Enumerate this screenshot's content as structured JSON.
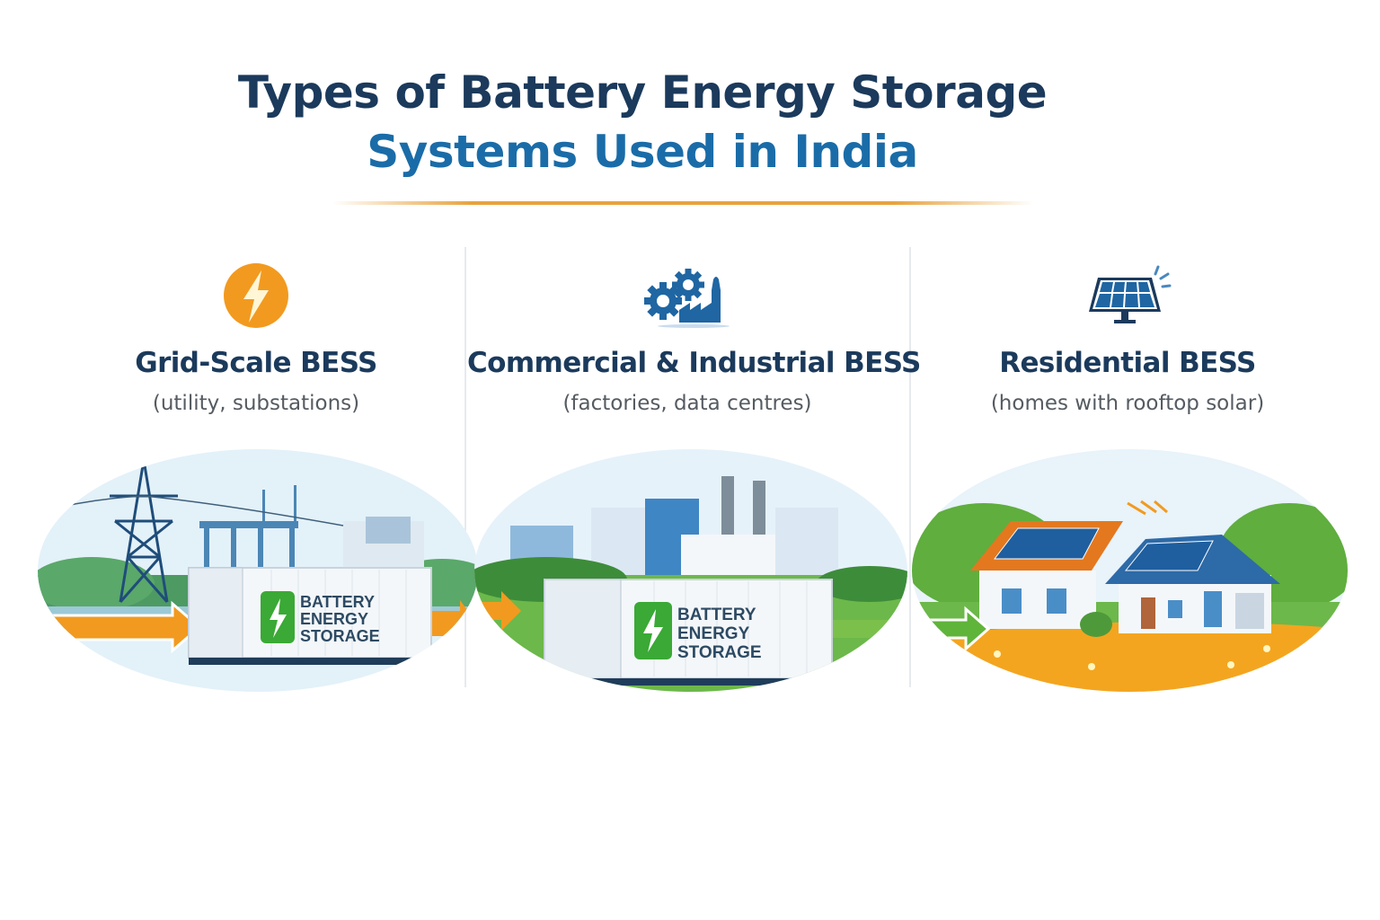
{
  "header": {
    "title_line1": "Types of Battery Energy Storage",
    "title_line2": "Systems Used in India"
  },
  "categories": [
    {
      "icon": "lightning-bolt-icon",
      "title": "Grid-Scale BESS",
      "subtitle": "(utility, substations)",
      "container_label": [
        "BATTERY",
        "ENERGY",
        "STORAGE"
      ],
      "scene": "transmission-tower-substation"
    },
    {
      "icon": "gears-factory-icon",
      "title": "Commercial & Industrial BESS",
      "subtitle": "(factories, data centres)",
      "container_label": [
        "BATTERY",
        "ENERGY",
        "STORAGE"
      ],
      "scene": "factory-office-buildings"
    },
    {
      "icon": "solar-panel-icon",
      "title": "Residential BESS",
      "subtitle": "(homes with rooftop solar)",
      "scene": "houses-with-rooftop-solar"
    }
  ],
  "colors": {
    "title_dark": "#1b3a5c",
    "title_blue": "#1a6ca8",
    "accent_orange": "#f29a1f",
    "accent_green": "#3aa935",
    "icon_blue": "#1f66a3"
  }
}
